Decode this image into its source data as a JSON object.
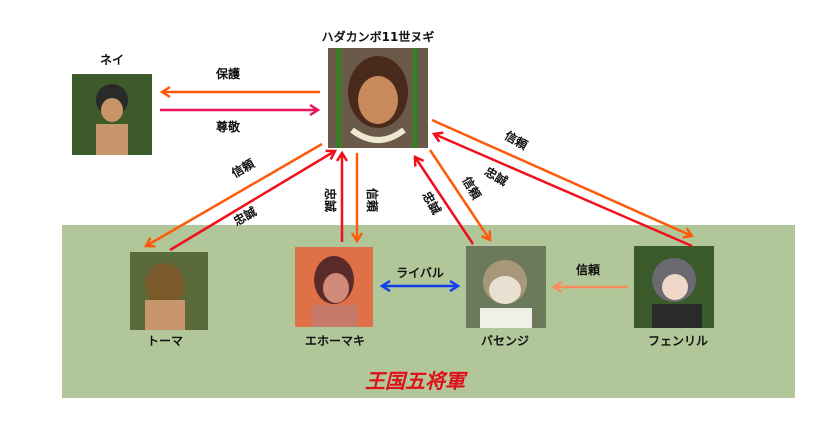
{
  "title": "王国五将軍",
  "colors": {
    "orange": "#ff5a0a",
    "red": "#f0101c",
    "pink": "#f0145a",
    "blue": "#1040f0",
    "light_orange": "#f98c5a",
    "group_bg": "#b2c799"
  },
  "characters": {
    "hadakanbo": "ハダカンボ11世ヌギ",
    "nei": "ネイ",
    "toma": "トーマ",
    "ehomaki": "エホーマキ",
    "basenji": "バセンジ",
    "fenrir": "フェンリル"
  },
  "relations": {
    "protect": "保護",
    "respect": "尊敬",
    "trust": "信頼",
    "loyalty": "忠誠",
    "rival": "ライバル"
  }
}
